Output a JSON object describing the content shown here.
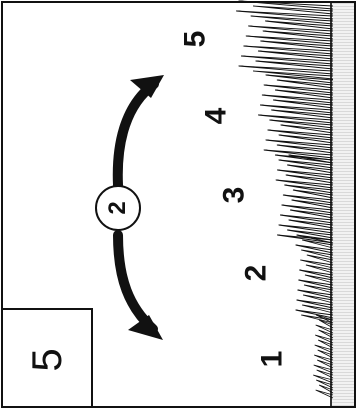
{
  "step_number": "5",
  "stage_labels": [
    "1",
    "2",
    "3",
    "4",
    "5"
  ],
  "transition_number": "2",
  "stage_heights": [
    0.18,
    0.34,
    0.52,
    0.68,
    0.88
  ],
  "colors": {
    "line": "#111111",
    "background": "#ffffff",
    "ground": "#e8e8e8"
  },
  "icons": [
    "curved-double-arrow-icon",
    "grass-stage-icon"
  ]
}
